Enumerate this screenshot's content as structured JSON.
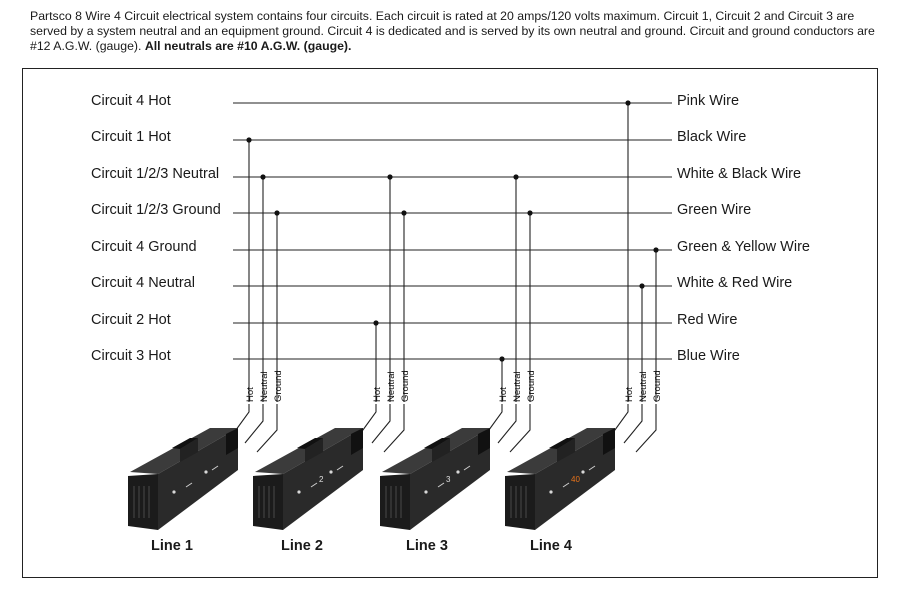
{
  "intro": {
    "text": "Partsco 8 Wire 4 Circuit electrical system contains four circuits. Each circuit is rated at 20 amps/120 volts maximum. Circuit 1, Circuit 2 and Circuit 3 are served by a system neutral and an equipment ground. Circuit 4 is dedicated and is served by its own neutral and ground. Circuit and ground conductors are #12 A.G.W. (gauge).",
    "bold": "All neutrals are #10 A.G.W. (gauge)."
  },
  "circuits": [
    {
      "label": "Circuit 4 Hot",
      "wire": "Pink Wire"
    },
    {
      "label": "Circuit 1 Hot",
      "wire": "Black Wire"
    },
    {
      "label": "Circuit 1/2/3 Neutral",
      "wire": "White & Black Wire"
    },
    {
      "label": "Circuit 1/2/3 Ground",
      "wire": "Green Wire"
    },
    {
      "label": "Circuit 4 Ground",
      "wire": "Green & Yellow Wire"
    },
    {
      "label": "Circuit 4 Neutral",
      "wire": "White & Red Wire"
    },
    {
      "label": "Circuit 2 Hot",
      "wire": "Red Wire"
    },
    {
      "label": "Circuit 3 Hot",
      "wire": "Blue Wire"
    }
  ],
  "terminal_labels": [
    "Hot",
    "Neutral",
    "Ground"
  ],
  "lines": [
    {
      "label": "Line 1",
      "number": "",
      "accent": ""
    },
    {
      "label": "Line 2",
      "number": "2",
      "accent": ""
    },
    {
      "label": "Line 3",
      "number": "3",
      "accent": ""
    },
    {
      "label": "Line 4",
      "number": "40",
      "accent": "#e8731a"
    }
  ]
}
